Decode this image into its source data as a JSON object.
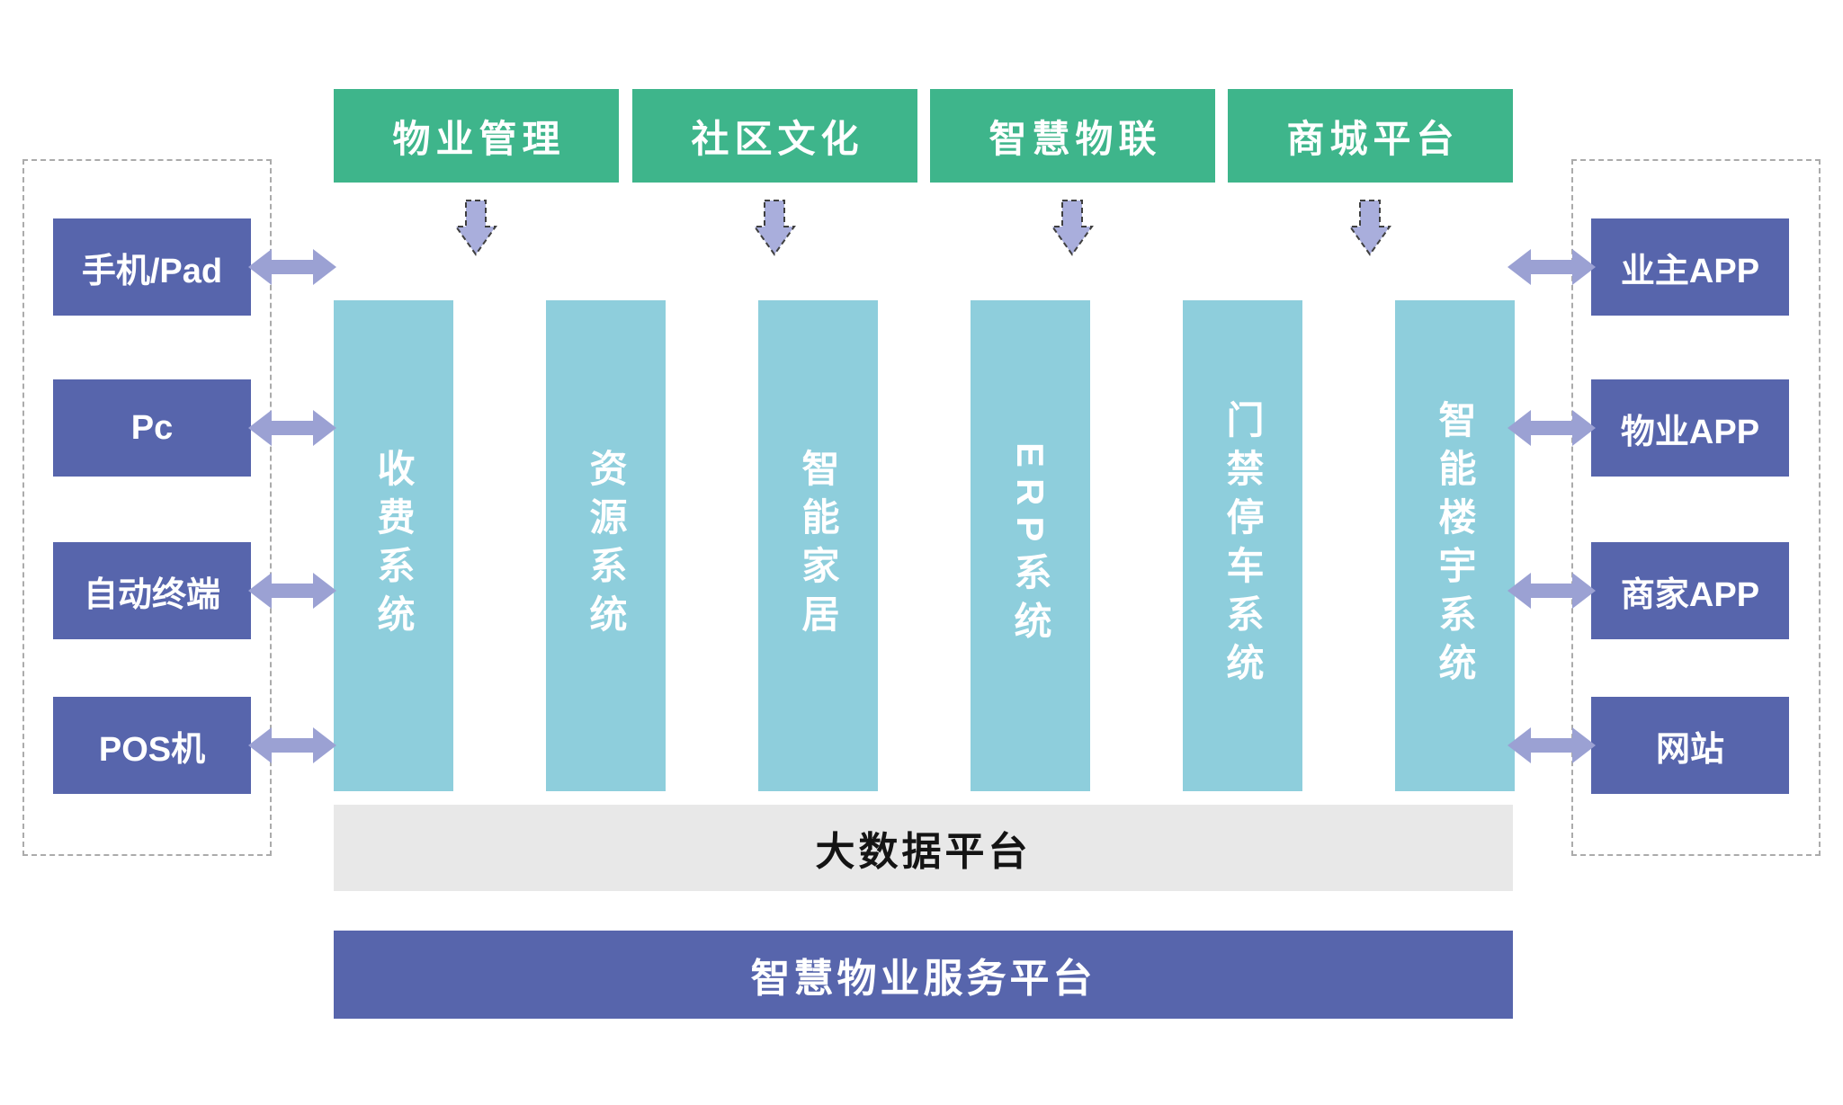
{
  "colors": {
    "accent_green": "#3EB58B",
    "column_teal": "#8ECEDC",
    "box_indigo": "#5765AC",
    "bar_gray": "#E8E8E8",
    "arrow_purple": "#9BA1D3",
    "down_arrow_fill": "#A9AEDC",
    "down_arrow_stroke": "#3F3F3F",
    "dash_gray": "#ABABAB"
  },
  "top_modules": [
    {
      "label": "物业管理"
    },
    {
      "label": "社区文化"
    },
    {
      "label": "智慧物联"
    },
    {
      "label": "商城平台"
    }
  ],
  "systems": [
    {
      "label": "收费系统"
    },
    {
      "label": "资源系统"
    },
    {
      "label": "智能家居"
    },
    {
      "label": "ERP系统"
    },
    {
      "label": "门禁停车系统"
    },
    {
      "label": "智能楼宇系统"
    }
  ],
  "left_devices": [
    {
      "label": "手机/Pad"
    },
    {
      "label": "Pc"
    },
    {
      "label": "自动终端"
    },
    {
      "label": "POS机"
    }
  ],
  "right_apps": [
    {
      "label": "业主APP"
    },
    {
      "label": "物业APP"
    },
    {
      "label": "商家APP"
    },
    {
      "label": "网站"
    }
  ],
  "bars": {
    "big_data": "大数据平台",
    "service_platform": "智慧物业服务平台"
  }
}
